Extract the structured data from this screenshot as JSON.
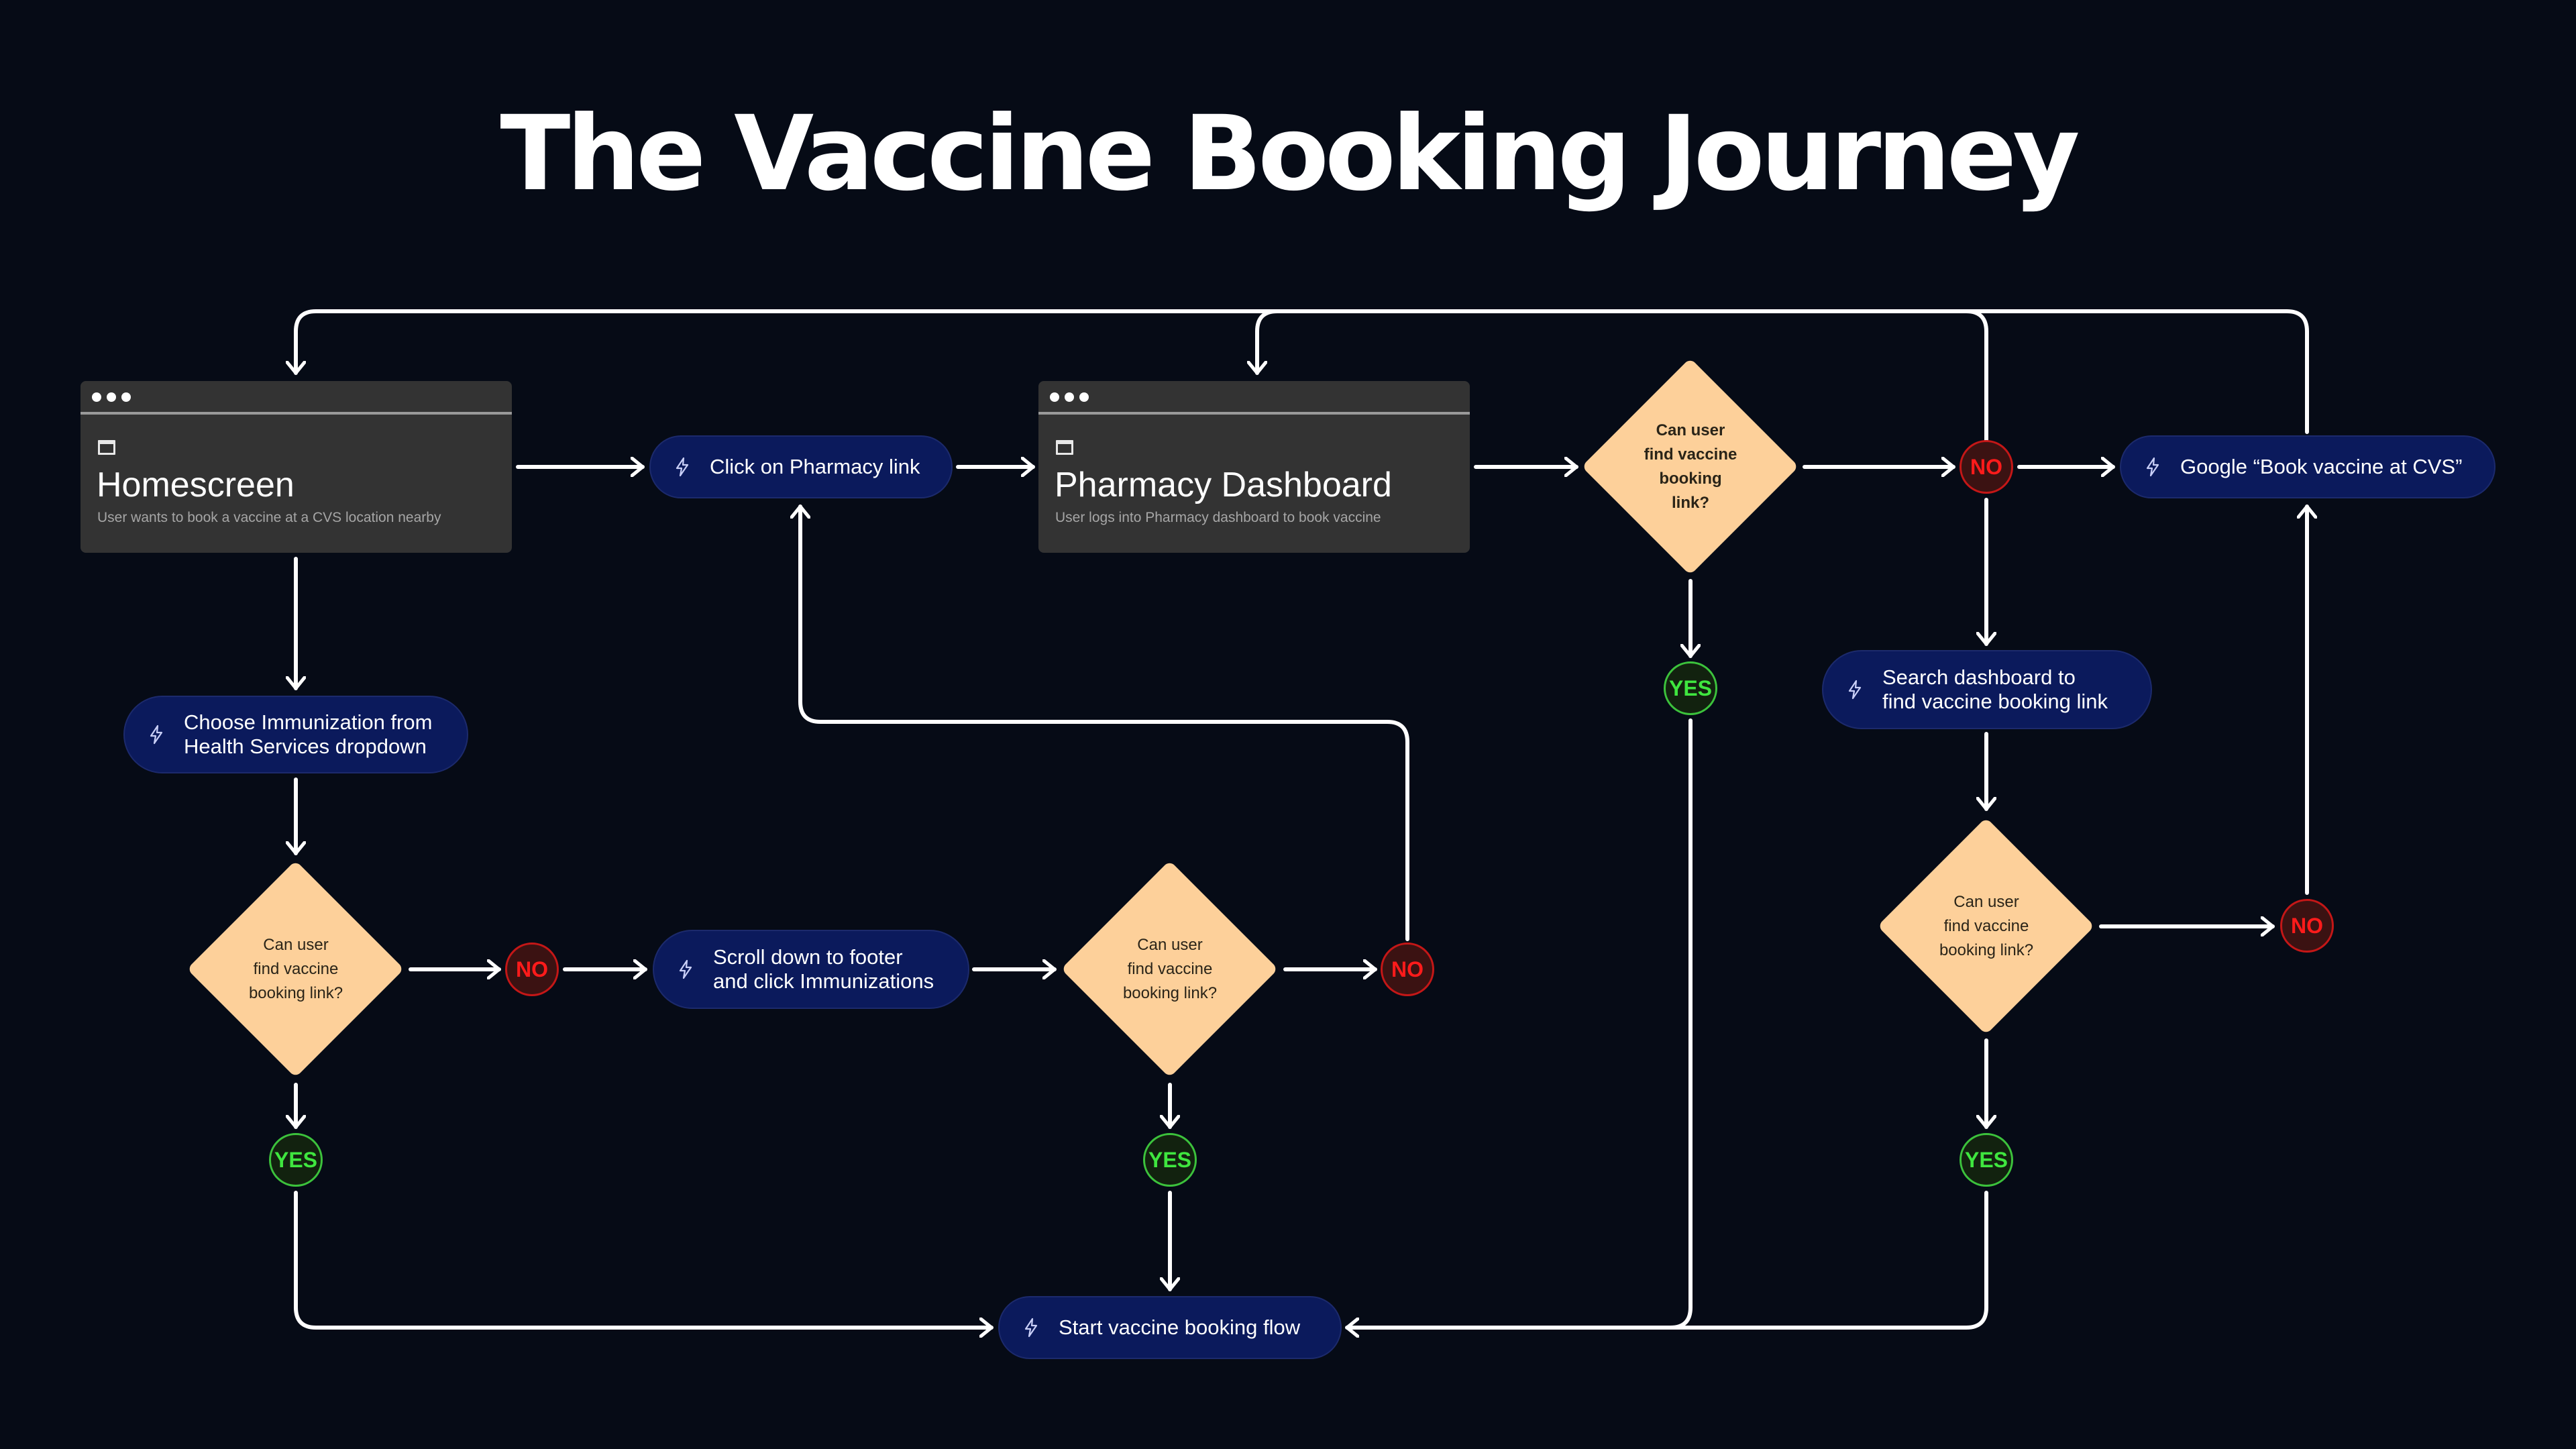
{
  "title": "The Vaccine Booking Journey",
  "colors": {
    "background": "#060b16",
    "card": "#333333",
    "pill": "#0b1a5c",
    "decision": "#fdd09a",
    "no": "#ff1b1b",
    "yes": "#3fe63f",
    "connector": "#ffffff"
  },
  "screens": {
    "homescreen": {
      "title": "Homescreen",
      "subtitle": "User wants to book a vaccine at a CVS location nearby",
      "icon": "browser-window-icon"
    },
    "pharmacy_dashboard": {
      "title": "Pharmacy Dashboard",
      "subtitle": "User logs into Pharmacy dashboard to book vaccine",
      "icon": "browser-window-icon"
    }
  },
  "actions": {
    "click_pharmacy": {
      "label": "Click on Pharmacy link",
      "icon": "lightning-icon"
    },
    "google_search": {
      "label": "Google “Book vaccine at CVS”",
      "icon": "lightning-icon"
    },
    "search_dashboard": {
      "label": "Search dashboard to\n find vaccine booking link",
      "icon": "lightning-icon"
    },
    "choose_immunization": {
      "label": "Choose Immunization from\nHealth Services dropdown",
      "icon": "lightning-icon"
    },
    "scroll_footer": {
      "label": "Scroll down to footer\nand click Immunizations",
      "icon": "lightning-icon"
    },
    "start_booking": {
      "label": "Start vaccine booking flow",
      "icon": "lightning-icon"
    }
  },
  "decisions": {
    "dashboard_check": "Can user\nfind vaccine\nbooking\nlink?",
    "homescreen_check": "Can user\nfind vaccine\nbooking link?",
    "footer_check": "Can user\nfind vaccine\nbooking link?",
    "search_check": "Can user\nfind vaccine\nbooking link?"
  },
  "badges": {
    "no": "NO",
    "yes": "YES"
  }
}
